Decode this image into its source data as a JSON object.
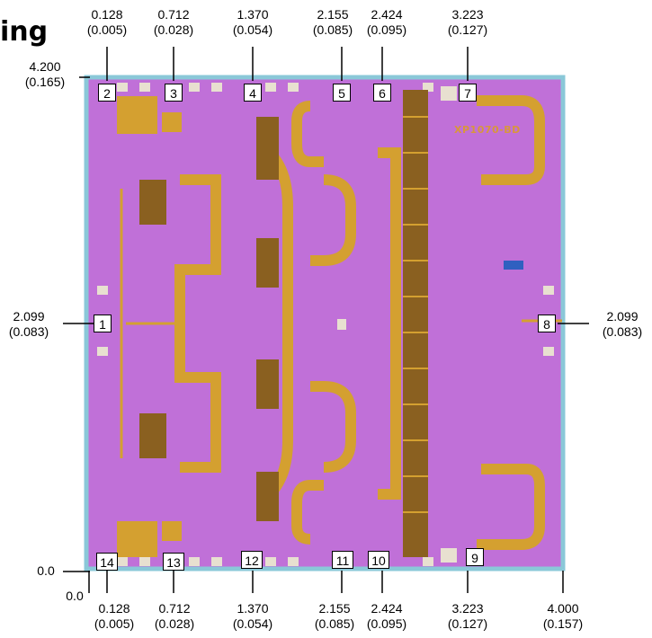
{
  "title": "ing",
  "chip_label": "XP1070-BD",
  "top_dims": [
    {
      "mm": "0.128",
      "in": "(0.005)"
    },
    {
      "mm": "0.712",
      "in": "(0.028)"
    },
    {
      "mm": "1.370",
      "in": "(0.054)"
    },
    {
      "mm": "2.155",
      "in": "(0.085)"
    },
    {
      "mm": "2.424",
      "in": "(0.095)"
    },
    {
      "mm": "3.223",
      "in": "(0.127)"
    }
  ],
  "bottom_dims": [
    {
      "mm": "0.128",
      "in": "(0.005)"
    },
    {
      "mm": "0.712",
      "in": "(0.028)"
    },
    {
      "mm": "1.370",
      "in": "(0.054)"
    },
    {
      "mm": "2.155",
      "in": "(0.085)"
    },
    {
      "mm": "2.424",
      "in": "(0.095)"
    },
    {
      "mm": "3.223",
      "in": "(0.127)"
    },
    {
      "mm": "4.000",
      "in": "(0.157)"
    }
  ],
  "left_dims": {
    "top": {
      "mm": "4.200",
      "in": "(0.165)"
    },
    "mid": {
      "mm": "2.099",
      "in": "(0.083)"
    },
    "bottom": "0.0"
  },
  "right_dim": {
    "mm": "2.099",
    "in": "(0.083)"
  },
  "origin_x": "0.0",
  "pads": [
    "1",
    "2",
    "3",
    "4",
    "5",
    "6",
    "7",
    "8",
    "9",
    "10",
    "11",
    "12",
    "13",
    "14"
  ]
}
